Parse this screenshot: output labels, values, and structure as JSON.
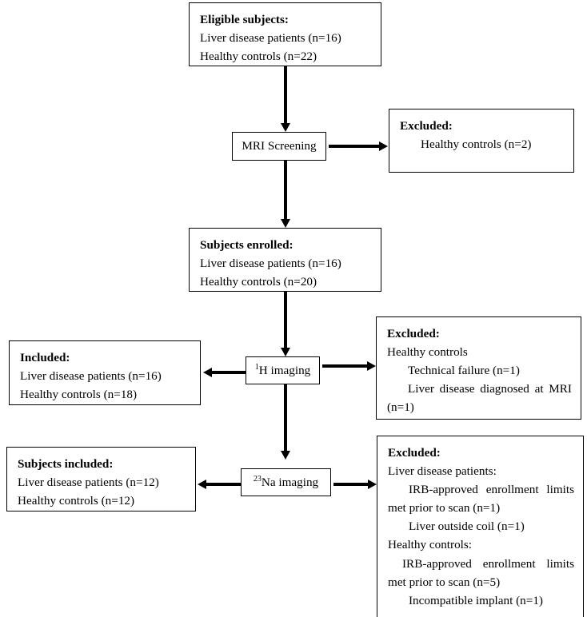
{
  "diagram": {
    "title": "Study participant flow diagram",
    "type": "flowchart",
    "nodes": {
      "eligible": {
        "header": "Eligible subjects:",
        "line1": "Liver disease patients (n=16)",
        "line2": "Healthy controls (n=22)"
      },
      "mri_screening": {
        "label": "MRI Screening"
      },
      "excluded_screening": {
        "header": "Excluded:",
        "line1": "Healthy controls (n=2)"
      },
      "enrolled": {
        "header": "Subjects enrolled:",
        "line1": "Liver disease patients (n=16)",
        "line2": "Healthy controls (n=20)"
      },
      "h_imaging": {
        "superscript": "1",
        "label": "H imaging"
      },
      "included": {
        "header": "Included:",
        "line1": "Liver disease patients (n=16)",
        "line2": "Healthy controls (n=18)"
      },
      "excluded_h": {
        "header": "Excluded:",
        "line1": "Healthy controls",
        "line2": "Technical failure (n=1)",
        "line3": "Liver disease diagnosed at MRI (n=1)"
      },
      "na_imaging": {
        "superscript": "23",
        "label": "Na imaging"
      },
      "subjects_included": {
        "header": "Subjects included:",
        "line1": "Liver disease patients (n=12)",
        "line2": "Healthy controls (n=12)"
      },
      "excluded_na": {
        "header": "Excluded:",
        "line1": "Liver disease patients:",
        "line2": "IRB-approved enrollment limits met prior to scan (n=1)",
        "line3": "Liver outside coil (n=1)",
        "line4": "Healthy controls:",
        "line5": "IRB-approved enrollment limits met prior to scan (n=5)",
        "line6": "Incompatible implant (n=1)"
      }
    },
    "colors": {
      "stroke": "#000000",
      "background": "#ffffff",
      "text": "#000000"
    }
  }
}
